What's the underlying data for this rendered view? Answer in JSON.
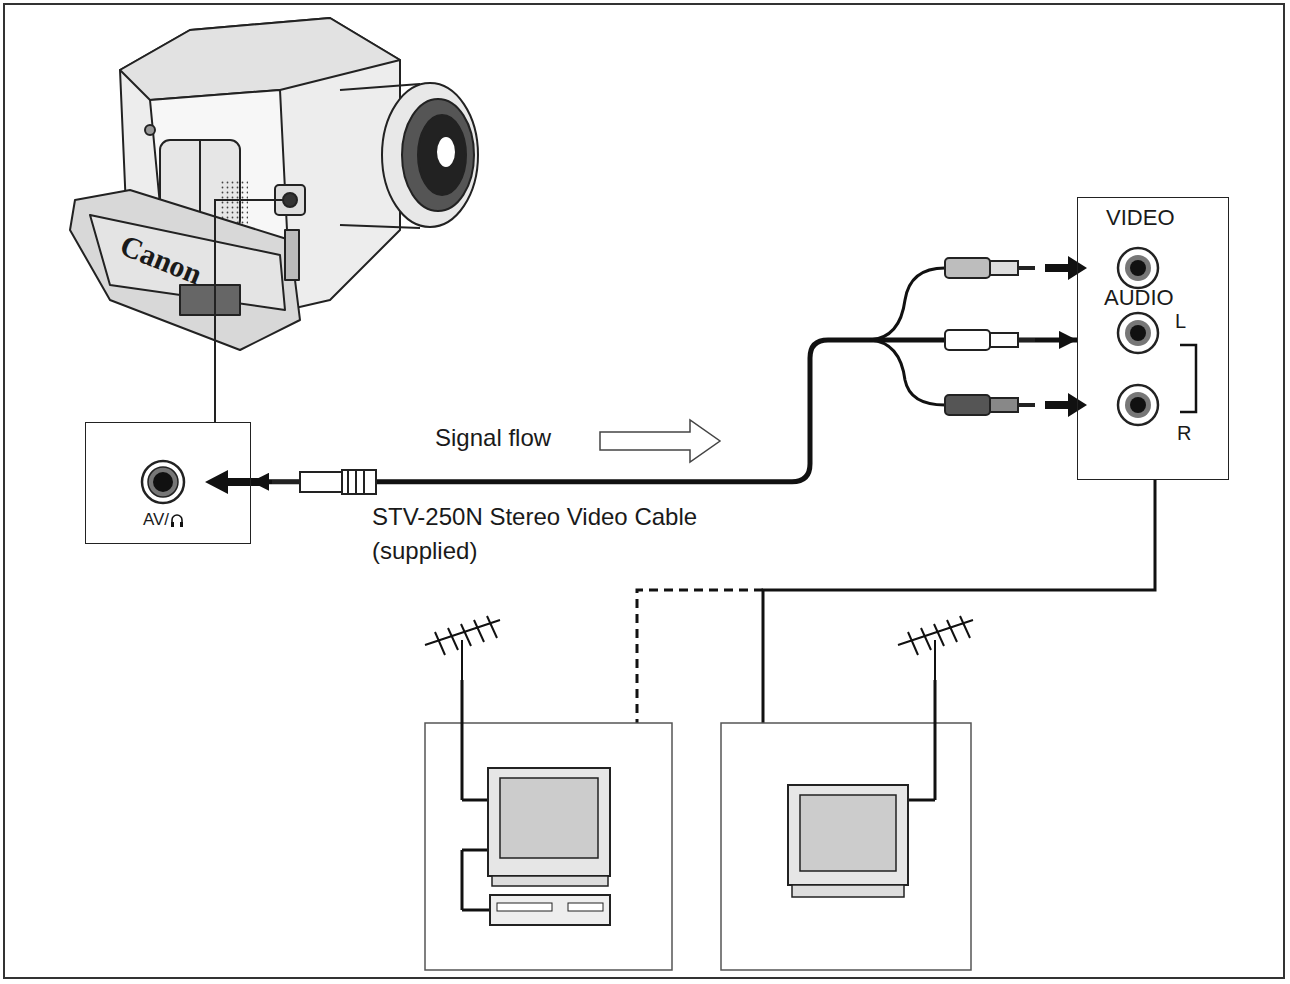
{
  "diagram": {
    "nodes": [
      {
        "text": [
          "AV/"
        ]
      },
      {
        "text": [
          "VIDEO",
          "AUDIO",
          "L",
          "R"
        ]
      }
    ],
    "edges": [
      {
        "from": 0,
        "to": 1,
        "arrow": "both",
        "label": "STV-250N Stereo Video Cable (supplied)"
      }
    ],
    "labels": [
      "Signal flow",
      "Canon"
    ]
  }
}
